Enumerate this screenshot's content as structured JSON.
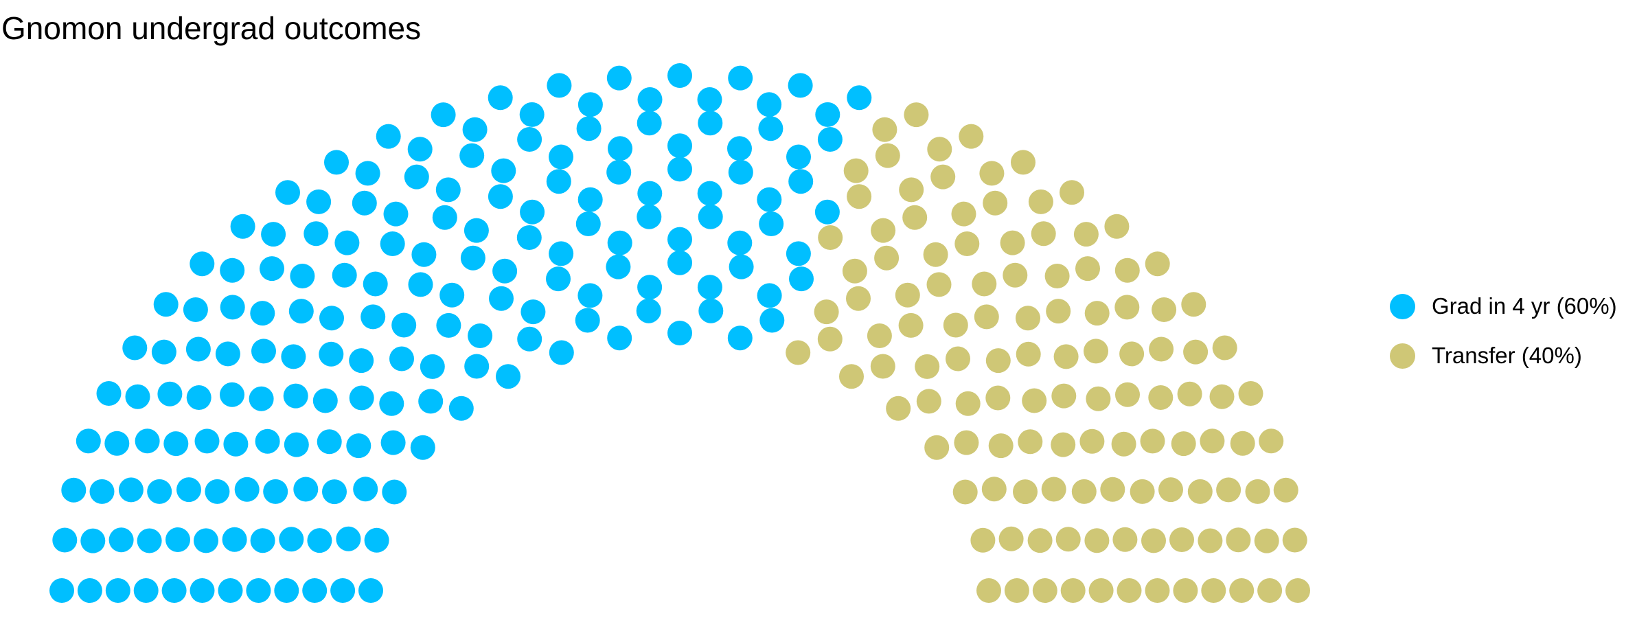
{
  "chart_data": {
    "type": "parliament",
    "title": "Gnomon undergrad outcomes",
    "total_seats": 300,
    "rows": 12,
    "series": [
      {
        "name": "Grad in 4 yr (60%)",
        "percent": 60,
        "seats": 180,
        "color": "#00BFFF"
      },
      {
        "name": "Transfer (40%)",
        "percent": 40,
        "seats": 120,
        "color": "#CFC776"
      }
    ],
    "legend_position": "right",
    "grid": false
  }
}
